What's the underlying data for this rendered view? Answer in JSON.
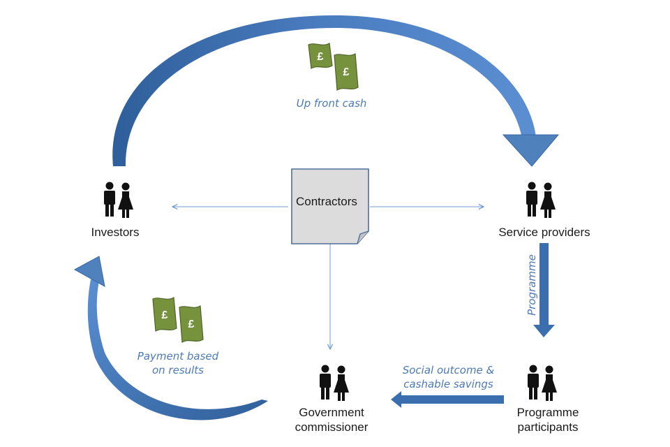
{
  "nodes": {
    "investors": "Investors",
    "service_providers": "Service providers",
    "government": "Government\ncommissioner",
    "participants": "Programme\nparticipants",
    "contractors": "Contractors"
  },
  "flows": {
    "up_front_cash": "Up front cash",
    "payment": "Payment based\non results",
    "programme": "Programme",
    "social_outcome": "Social outcome &\ncashable savings"
  },
  "money_symbol": "£",
  "icons": {
    "people": "people-pair-icon",
    "money": "pound-banknote-icon",
    "document": "document-icon"
  },
  "colors": {
    "arrow": "#4f81bd",
    "arrow_dark": "#2f5f9a",
    "connector": "#6f9bd6",
    "money": "#76923c",
    "money_dark": "#4f6228",
    "flow_text": "#4d7ab6",
    "doc_fill": "#dcdcdc",
    "people": "#111111"
  }
}
